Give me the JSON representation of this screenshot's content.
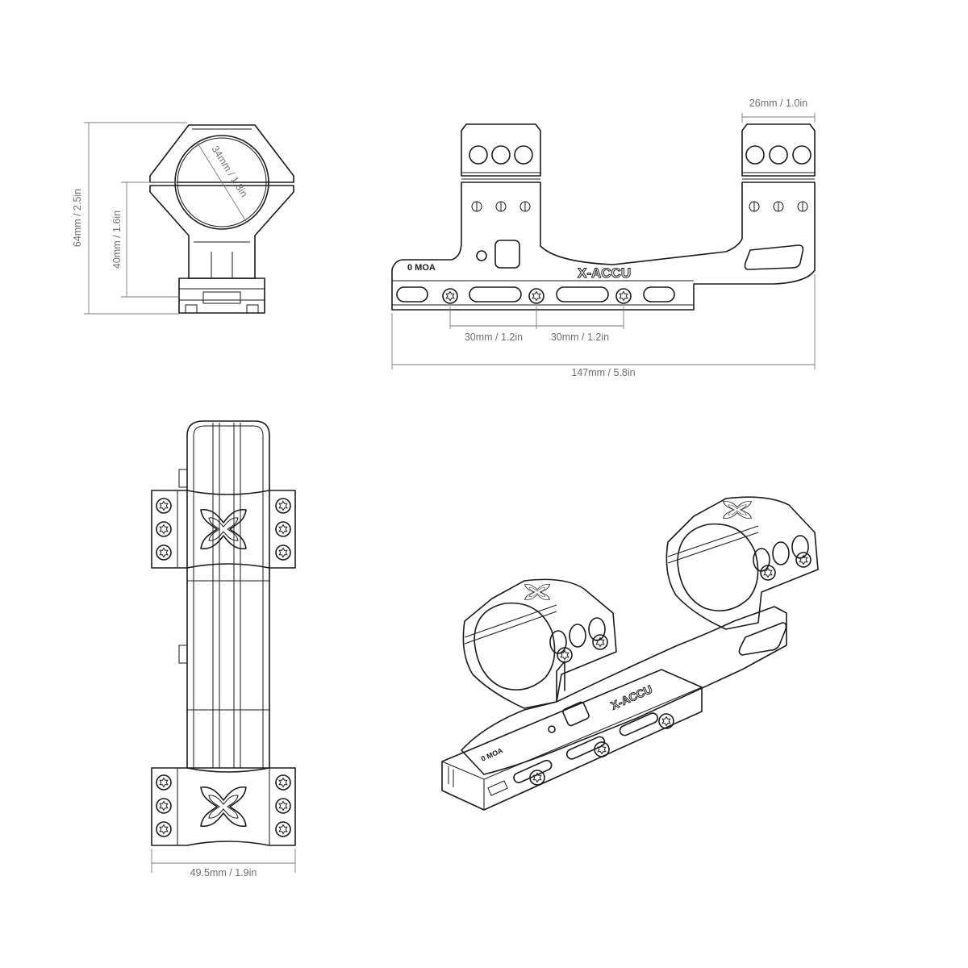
{
  "colors": {
    "line": "#1a1a1a",
    "dimension": "#7a7a7a",
    "background": "#ffffff"
  },
  "dimensions": {
    "total_height": "64mm / 2.5in",
    "center_height": "40mm / 1.6in",
    "ring_diameter": "34mm / 1.3in",
    "ring_width": "26mm / 1.0in",
    "clamp_spacing_left": "30mm / 1.2in",
    "clamp_spacing_right": "30mm / 1.2in",
    "total_length": "147mm / 5.8in",
    "base_width": "49.5mm / 1.9in"
  },
  "markings": {
    "cant": "0 MOA",
    "brand": "X-ACCU"
  },
  "icons": [
    "x-logo-icon",
    "torx-screw-icon"
  ]
}
